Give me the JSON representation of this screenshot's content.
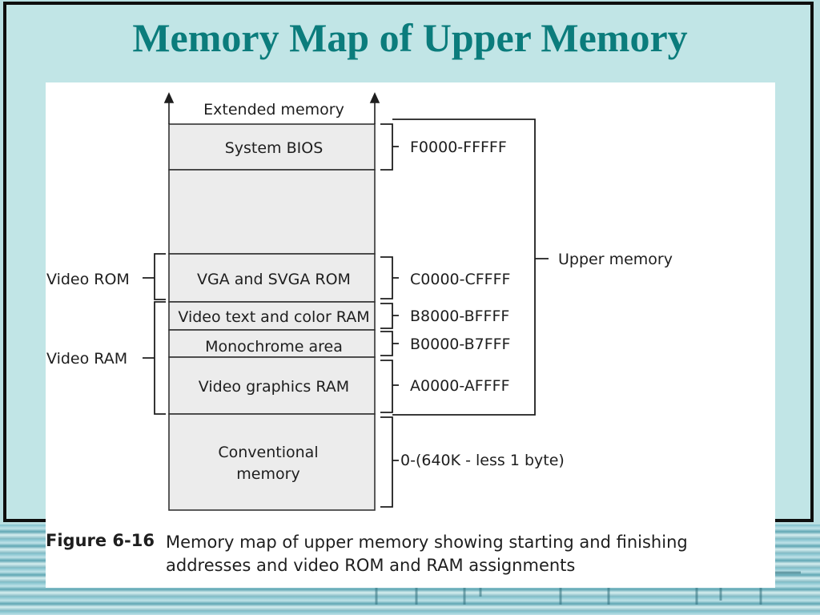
{
  "slide": {
    "title": "Memory Map of Upper Memory"
  },
  "memory_blocks": [
    {
      "label": "Extended memory"
    },
    {
      "label": "System BIOS"
    },
    {
      "label": ""
    },
    {
      "label": "VGA and  SVGA ROM"
    },
    {
      "label": "Video text and color RAM"
    },
    {
      "label": "Monochrome area"
    },
    {
      "label": "Video graphics RAM"
    },
    {
      "label_line1": "Conventional",
      "label_line2": "memory"
    }
  ],
  "address_labels": {
    "system_bios": "F0000-FFFFF",
    "vga_rom": "C0000-CFFFF",
    "video_text": "B8000-BFFFF",
    "monochrome": "B0000-B7FFF",
    "video_graphics": "A0000-AFFFF",
    "conventional": "0-(640K - less 1 byte)"
  },
  "group_labels": {
    "upper_memory": "Upper memory",
    "video_rom": "Video ROM",
    "video_ram": "Video RAM"
  },
  "caption": {
    "figure_label": "Figure 6-16",
    "text": "Memory map of upper memory showing starting and finishing addresses and video ROM and RAM assignments"
  },
  "colors": {
    "title": "#0b7c7c",
    "slide_background": "#c1e5e6",
    "block_fill": "#ececec",
    "line": "#1e1e1e"
  }
}
